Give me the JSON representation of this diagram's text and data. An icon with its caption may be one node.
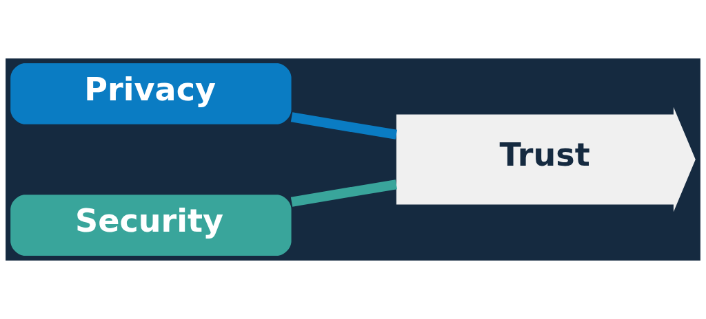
{
  "diagram": {
    "nodes": [
      {
        "text": [
          "Privacy"
        ]
      },
      {
        "text": [
          "Security"
        ]
      },
      {
        "text": [
          "Trust"
        ]
      }
    ],
    "edges": [
      {
        "from": 0,
        "to": 2,
        "arrow": "none",
        "color": "#0a7cc3"
      },
      {
        "from": 1,
        "to": 2,
        "arrow": "none",
        "color": "#39a59b"
      }
    ]
  }
}
